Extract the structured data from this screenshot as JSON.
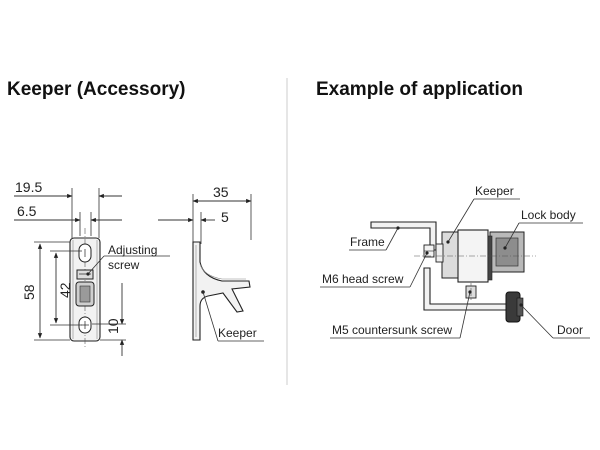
{
  "headings": {
    "left": "Keeper (Accessory)",
    "right": "Example of application"
  },
  "keeper_dimensions": {
    "overall_width": "19.5",
    "slot_offset": "6.5",
    "overall_height": "58",
    "hole_pitch": "42",
    "bottom_hole": "10",
    "side_depth": "35",
    "side_offset": "5"
  },
  "keeper_labels": {
    "adjusting_line1": "Adjusting",
    "adjusting_line2": "screw",
    "keeper": "Keeper"
  },
  "application_labels": {
    "keeper": "Keeper",
    "lock_body": "Lock body",
    "frame": "Frame",
    "m6_head_screw": "M6 head screw",
    "m5_countersunk_screw": "M5 countersunk screw",
    "door": "Door"
  },
  "colors": {
    "line": "#222222",
    "part_fill": "#f2f2f2",
    "part_gray": "#b9b9b9",
    "dark": "#444444",
    "divider": "#cccccc"
  }
}
